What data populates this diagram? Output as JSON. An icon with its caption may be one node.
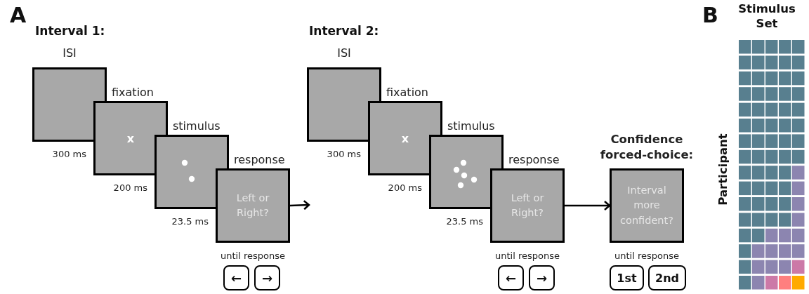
{
  "diagram": {
    "nodes": [
      {
        "text": [
          "ISI"
        ],
        "beside": [
          "300 ms"
        ]
      },
      {
        "text": [
          "fixation",
          "x"
        ],
        "beside": [
          "200 ms"
        ]
      },
      {
        "text": [
          "stimulus"
        ],
        "beside": [
          "23.5 ms"
        ]
      },
      {
        "text": [
          "response",
          "Left or Right?"
        ],
        "beside": [
          "until response"
        ]
      },
      {
        "text": [
          "ISI"
        ],
        "beside": [
          "300 ms"
        ]
      },
      {
        "text": [
          "fixation",
          "x"
        ],
        "beside": [
          "200 ms"
        ]
      },
      {
        "text": [
          "stimulus"
        ],
        "beside": [
          "23.5 ms"
        ]
      },
      {
        "text": [
          "response",
          "Left or Right?"
        ],
        "beside": [
          "until response"
        ]
      },
      {
        "text": [
          "Confidence forced-choice:",
          "Interval more confident?"
        ],
        "beside": [
          "until response"
        ]
      }
    ],
    "edges": [
      {
        "from": 3,
        "to": null,
        "arrow": "to"
      },
      {
        "from": 7,
        "to": 8,
        "arrow": "to"
      }
    ],
    "labels": [
      "A",
      "Interval 1:",
      "Interval 2:",
      "←",
      "→",
      "←",
      "→",
      "1st",
      "2nd",
      "B",
      "Stimulus Set",
      "Participant"
    ]
  }
}
